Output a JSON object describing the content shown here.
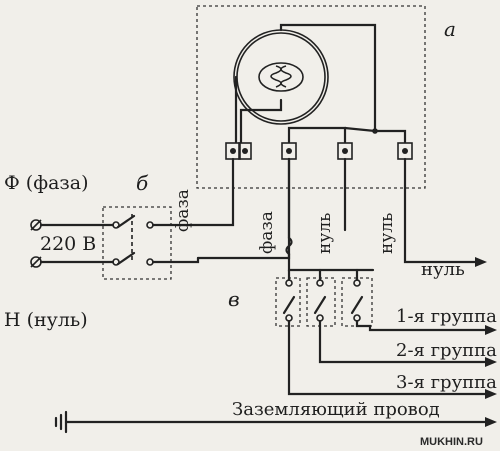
{
  "labels": {
    "meter_letter": "а",
    "switch_letter": "б",
    "breakers_letter": "в",
    "phase_input": "Ф (фаза)",
    "neutral_input": "Н (нуль)",
    "voltage": "220 В",
    "wire_phase_1": "фаза",
    "wire_phase_2": "фаза",
    "wire_null_1": "нуль",
    "wire_null_2": "нуль",
    "null_out": "нуль",
    "group_1": "1-я группа",
    "group_2": "2-я группа",
    "group_3": "3-я группа",
    "ground_wire": "Заземляющий провод",
    "watermark": "MUKHIN.RU"
  },
  "colors": {
    "ink": "#222222",
    "paper": "#f1efea"
  }
}
